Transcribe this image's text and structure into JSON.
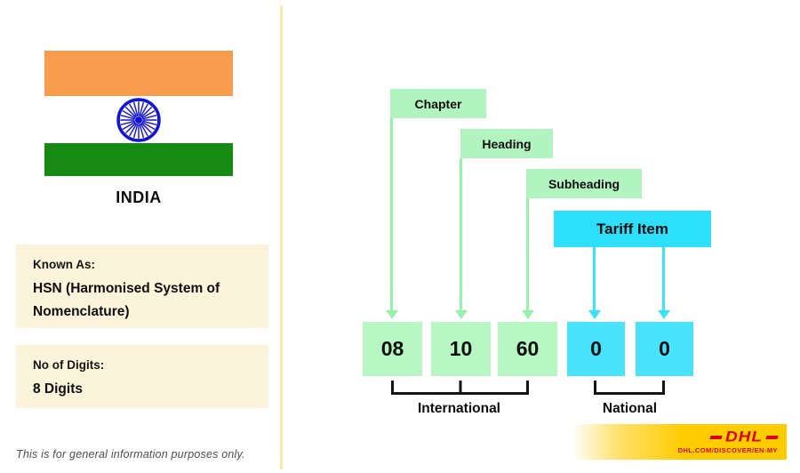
{
  "left_panel": {
    "country": "INDIA",
    "known_as_label": "Known As:",
    "known_as_value": "HSN (Harmonised System of Nomenclature)",
    "digits_label": "No of Digits:",
    "digits_value": "8 Digits",
    "disclaimer": "This is for general information purposes only."
  },
  "diagram": {
    "levels": [
      {
        "label": "Chapter",
        "group": "international"
      },
      {
        "label": "Heading",
        "group": "international"
      },
      {
        "label": "Subheading",
        "group": "international"
      },
      {
        "label": "Tariff Item",
        "group": "national"
      }
    ],
    "digits": [
      {
        "value": "08",
        "group": "international"
      },
      {
        "value": "10",
        "group": "international"
      },
      {
        "value": "60",
        "group": "international"
      },
      {
        "value": "0",
        "group": "national"
      },
      {
        "value": "0",
        "group": "national"
      }
    ],
    "groups": [
      {
        "label": "International"
      },
      {
        "label": "National"
      }
    ]
  },
  "footer": {
    "brand": "DHL",
    "url": "DHL.COM/DISCOVER/EN-MY"
  },
  "colors": {
    "level_green": "#b2f4c0",
    "digit_green": "#b6f7c4",
    "line_green": "#96f1ab",
    "tariff_cyan": "#2ce0fc",
    "digit_cyan": "#49e3fd",
    "line_cyan": "#3ce1fd",
    "cream_box": "#fcf4da",
    "divider_yellow": "#f9e8a6",
    "dhl_yellow": "#ffcc00",
    "dhl_red": "#d40511",
    "flag_saffron": "#f89c4e",
    "flag_green": "#168a12",
    "chakra_blue": "#1515cf"
  }
}
